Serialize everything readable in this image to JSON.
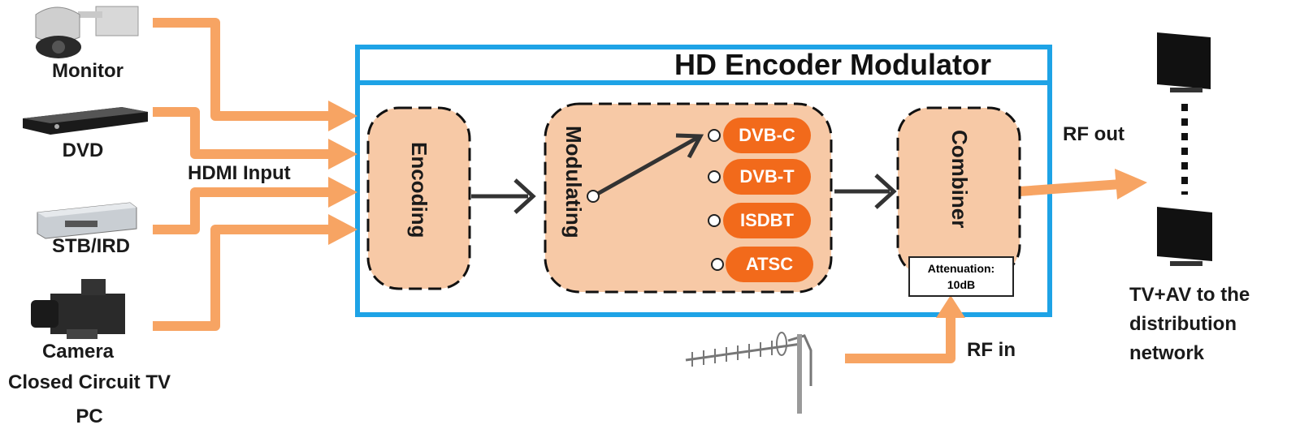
{
  "title": "HD Encoder Modulator",
  "sources": [
    {
      "label": "Monitor",
      "icon": "ptz-camera-icon"
    },
    {
      "label": "DVD",
      "icon": "dvd-player-icon"
    },
    {
      "label": "STB/IRD",
      "icon": "set-top-box-icon"
    },
    {
      "label": "Camera",
      "icon": "camcorder-icon"
    }
  ],
  "source_extra": [
    "Closed Circuit TV",
    "PC"
  ],
  "hdmi_label": "HDMI Input",
  "blocks": {
    "encoding": "Encoding",
    "modulating": "Modulating",
    "combiner": "Combiner"
  },
  "standards": [
    "DVB-C",
    "DVB-T",
    "ISDBT",
    "ATSC"
  ],
  "attenuation": {
    "label": "Attenuation:",
    "value": "10dB"
  },
  "rf_out": "RF out",
  "rf_in": "RF in",
  "output_label": [
    "TV+AV to the",
    "distribution",
    "network"
  ],
  "colors": {
    "frame": "#1ea3e6",
    "arrow_orange": "#f7a463",
    "block_fill": "#f7c9a6",
    "pill_orange": "#f26a1b",
    "dark_arrow": "#333333"
  }
}
